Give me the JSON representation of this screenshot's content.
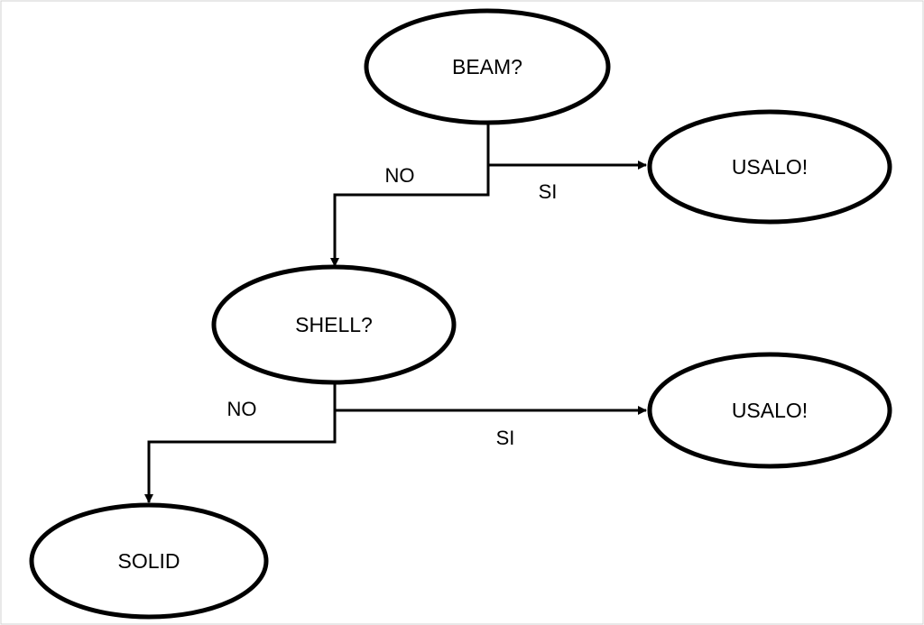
{
  "diagram": {
    "nodes": {
      "beam": "BEAM?",
      "usalo_1": "USALO!",
      "shell": "SHELL?",
      "usalo_2": "USALO!",
      "solid": "SOLID"
    },
    "edges": {
      "beam_no": "NO",
      "beam_si": "SI",
      "shell_no": "NO",
      "shell_si": "SI"
    }
  }
}
